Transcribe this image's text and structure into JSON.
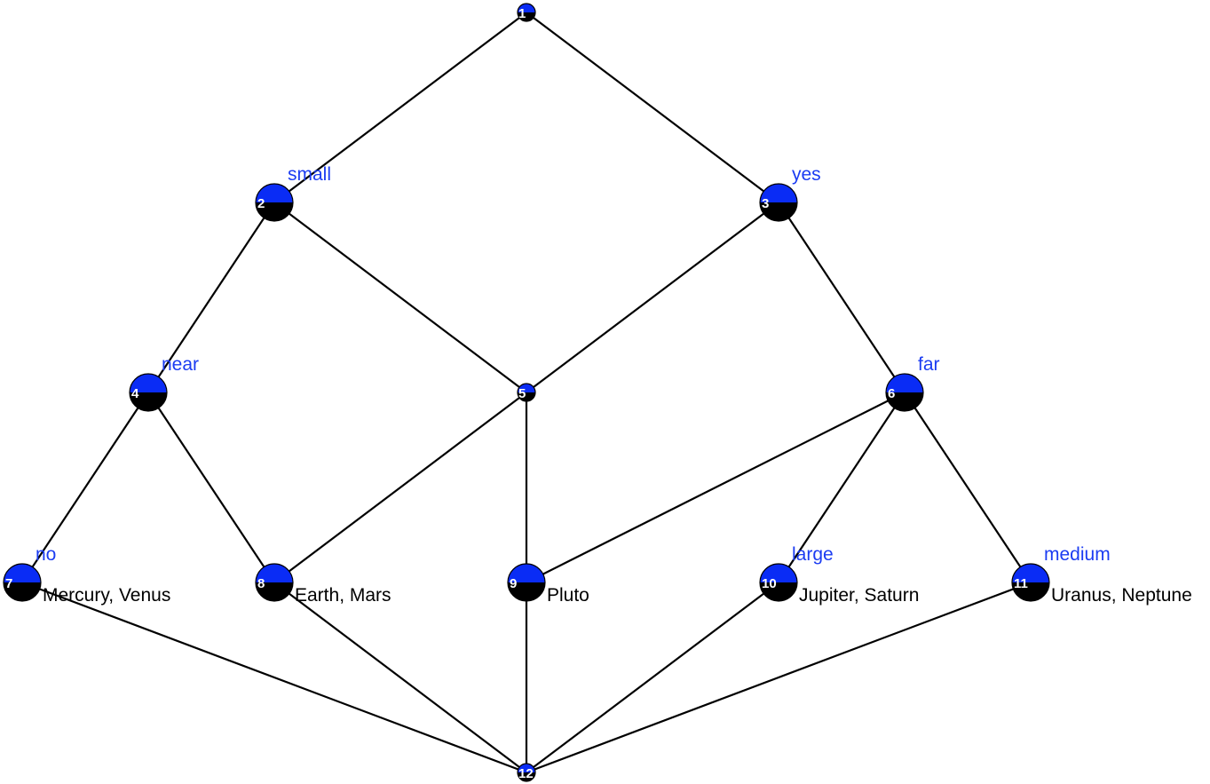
{
  "colors": {
    "upper": "#0a2cf5",
    "lower": "#000000",
    "attribute_text": "#1b3cf2",
    "object_text": "#000000",
    "edge": "#000000"
  },
  "nodes": [
    {
      "id": "1",
      "attribute": "",
      "objects": ""
    },
    {
      "id": "2",
      "attribute": "small",
      "objects": ""
    },
    {
      "id": "3",
      "attribute": "yes",
      "objects": ""
    },
    {
      "id": "4",
      "attribute": "near",
      "objects": ""
    },
    {
      "id": "5",
      "attribute": "",
      "objects": ""
    },
    {
      "id": "6",
      "attribute": "far",
      "objects": ""
    },
    {
      "id": "7",
      "attribute": "no",
      "objects": "Mercury, Venus"
    },
    {
      "id": "8",
      "attribute": "",
      "objects": "Earth, Mars"
    },
    {
      "id": "9",
      "attribute": "",
      "objects": "Pluto"
    },
    {
      "id": "10",
      "attribute": "large",
      "objects": "Jupiter, Saturn"
    },
    {
      "id": "11",
      "attribute": "medium",
      "objects": "Uranus, Neptune"
    },
    {
      "id": "12",
      "attribute": "",
      "objects": ""
    }
  ],
  "edges": [
    [
      "1",
      "2"
    ],
    [
      "1",
      "3"
    ],
    [
      "2",
      "4"
    ],
    [
      "2",
      "5"
    ],
    [
      "3",
      "5"
    ],
    [
      "3",
      "6"
    ],
    [
      "4",
      "7"
    ],
    [
      "4",
      "8"
    ],
    [
      "5",
      "8"
    ],
    [
      "5",
      "9"
    ],
    [
      "6",
      "9"
    ],
    [
      "6",
      "10"
    ],
    [
      "6",
      "11"
    ],
    [
      "7",
      "12"
    ],
    [
      "8",
      "12"
    ],
    [
      "9",
      "12"
    ],
    [
      "10",
      "12"
    ],
    [
      "11",
      "12"
    ]
  ]
}
